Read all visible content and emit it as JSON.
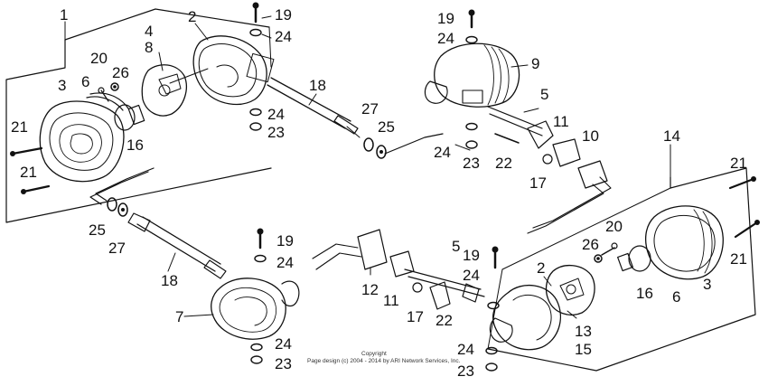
{
  "diagram": {
    "labels": [
      {
        "id": "l1",
        "text": "1"
      },
      {
        "id": "l2a",
        "text": "2"
      },
      {
        "id": "l4",
        "text": "4"
      },
      {
        "id": "l8",
        "text": "8"
      },
      {
        "id": "l19a",
        "text": "19"
      },
      {
        "id": "l24a",
        "text": "24"
      },
      {
        "id": "l20a",
        "text": "20"
      },
      {
        "id": "l26a",
        "text": "26"
      },
      {
        "id": "l6a",
        "text": "6"
      },
      {
        "id": "l3a",
        "text": "3"
      },
      {
        "id": "l18a",
        "text": "18"
      },
      {
        "id": "l21a",
        "text": "21"
      },
      {
        "id": "l16a",
        "text": "16"
      },
      {
        "id": "l21b",
        "text": "21"
      },
      {
        "id": "l24b",
        "text": "24"
      },
      {
        "id": "l23a",
        "text": "23"
      },
      {
        "id": "l27a",
        "text": "27"
      },
      {
        "id": "l25a",
        "text": "25"
      },
      {
        "id": "l19b",
        "text": "19"
      },
      {
        "id": "l24c",
        "text": "24"
      },
      {
        "id": "l9",
        "text": "9"
      },
      {
        "id": "l5a",
        "text": "5"
      },
      {
        "id": "l11a",
        "text": "11"
      },
      {
        "id": "l10",
        "text": "10"
      },
      {
        "id": "l24d",
        "text": "24"
      },
      {
        "id": "l23b",
        "text": "23"
      },
      {
        "id": "l22a",
        "text": "22"
      },
      {
        "id": "l17a",
        "text": "17"
      },
      {
        "id": "l14",
        "text": "14"
      },
      {
        "id": "l21c",
        "text": "21"
      },
      {
        "id": "l25b",
        "text": "25"
      },
      {
        "id": "l27b",
        "text": "27"
      },
      {
        "id": "l18b",
        "text": "18"
      },
      {
        "id": "l19c",
        "text": "19"
      },
      {
        "id": "l24e",
        "text": "24"
      },
      {
        "id": "l20b",
        "text": "20"
      },
      {
        "id": "l26b",
        "text": "26"
      },
      {
        "id": "l21d",
        "text": "21"
      },
      {
        "id": "l5b",
        "text": "5"
      },
      {
        "id": "l19d",
        "text": "19"
      },
      {
        "id": "l24f",
        "text": "24"
      },
      {
        "id": "l2b",
        "text": "2"
      },
      {
        "id": "l12",
        "text": "12"
      },
      {
        "id": "l11b",
        "text": "11"
      },
      {
        "id": "l16b",
        "text": "16"
      },
      {
        "id": "l6b",
        "text": "6"
      },
      {
        "id": "l3b",
        "text": "3"
      },
      {
        "id": "l7",
        "text": "7"
      },
      {
        "id": "l17b",
        "text": "17"
      },
      {
        "id": "l22b",
        "text": "22"
      },
      {
        "id": "l13",
        "text": "13"
      },
      {
        "id": "l24g",
        "text": "24"
      },
      {
        "id": "l15",
        "text": "15"
      },
      {
        "id": "l23c",
        "text": "23"
      },
      {
        "id": "l24h",
        "text": "24"
      },
      {
        "id": "l23d",
        "text": "23"
      }
    ],
    "copyright_line1": "Copyright",
    "copyright_line2": "Page design (c) 2004 - 2014 by ARI Network Services, Inc."
  }
}
